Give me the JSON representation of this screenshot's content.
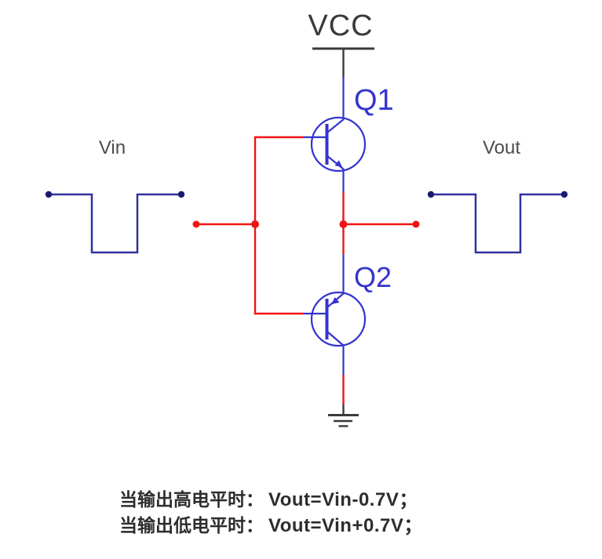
{
  "circuit": {
    "power_label": "VCC",
    "input_label": "Vin",
    "output_label": "Vout",
    "transistors": [
      {
        "label": "Q1",
        "type": "NPN"
      },
      {
        "label": "Q2",
        "type": "PNP"
      }
    ]
  },
  "annotation": {
    "line1": {
      "prefix": "当输出高电平时：",
      "formula": "Vout=Vin-0.7V；"
    },
    "line2": {
      "prefix": "当输出低电平时：",
      "formula": "Vout=Vin+0.7V；"
    }
  },
  "colors": {
    "wire_red": "#f21414",
    "device_blue": "#3434d0",
    "waveform_blue": "#3030a0",
    "waveform_dot_navy": "#1a1a72",
    "ink_dark": "#3a3a3a",
    "label_gray": "#4d4d4d",
    "annotation_ink": "#2d2d2d"
  }
}
